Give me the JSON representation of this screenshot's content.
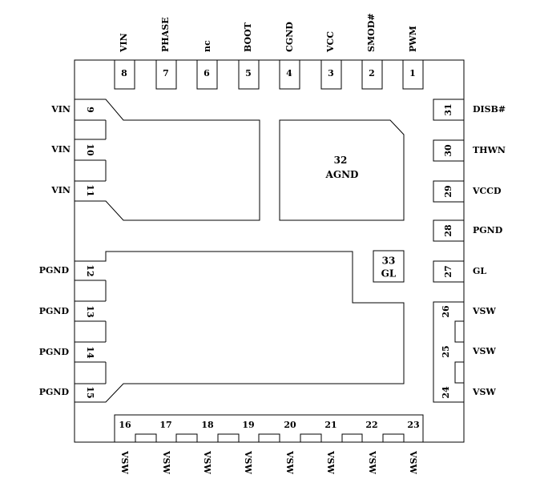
{
  "pins": {
    "p1": {
      "num": "1",
      "label": "PWM"
    },
    "p2": {
      "num": "2",
      "label": "SMOD#"
    },
    "p3": {
      "num": "3",
      "label": "VCC"
    },
    "p4": {
      "num": "4",
      "label": "CGND"
    },
    "p5": {
      "num": "5",
      "label": "BOOT"
    },
    "p6": {
      "num": "6",
      "label": "nc"
    },
    "p7": {
      "num": "7",
      "label": "PHASE"
    },
    "p8": {
      "num": "8",
      "label": "VIN"
    },
    "p9": {
      "num": "9",
      "label": "VIN"
    },
    "p10": {
      "num": "10",
      "label": "VIN"
    },
    "p11": {
      "num": "11",
      "label": "VIN"
    },
    "p12": {
      "num": "12",
      "label": "PGND"
    },
    "p13": {
      "num": "13",
      "label": "PGND"
    },
    "p14": {
      "num": "14",
      "label": "PGND"
    },
    "p15": {
      "num": "15",
      "label": "PGND"
    },
    "p16": {
      "num": "16",
      "label": "VSW"
    },
    "p17": {
      "num": "17",
      "label": "VSW"
    },
    "p18": {
      "num": "18",
      "label": "VSW"
    },
    "p19": {
      "num": "19",
      "label": "VSW"
    },
    "p20": {
      "num": "20",
      "label": "VSW"
    },
    "p21": {
      "num": "21",
      "label": "VSW"
    },
    "p22": {
      "num": "22",
      "label": "VSW"
    },
    "p23": {
      "num": "23",
      "label": "VSW"
    },
    "p24": {
      "num": "24",
      "label": "VSW"
    },
    "p25": {
      "num": "25",
      "label": "VSW"
    },
    "p26": {
      "num": "26",
      "label": "VSW"
    },
    "p27": {
      "num": "27",
      "label": "GL"
    },
    "p28": {
      "num": "28",
      "label": "PGND"
    },
    "p29": {
      "num": "29",
      "label": "VCCD"
    },
    "p30": {
      "num": "30",
      "label": "THWN"
    },
    "p31": {
      "num": "31",
      "label": "DISB#"
    }
  },
  "pads": {
    "agnd": {
      "num": "32",
      "label": "AGND"
    },
    "gl": {
      "num": "33",
      "label": "GL"
    }
  }
}
